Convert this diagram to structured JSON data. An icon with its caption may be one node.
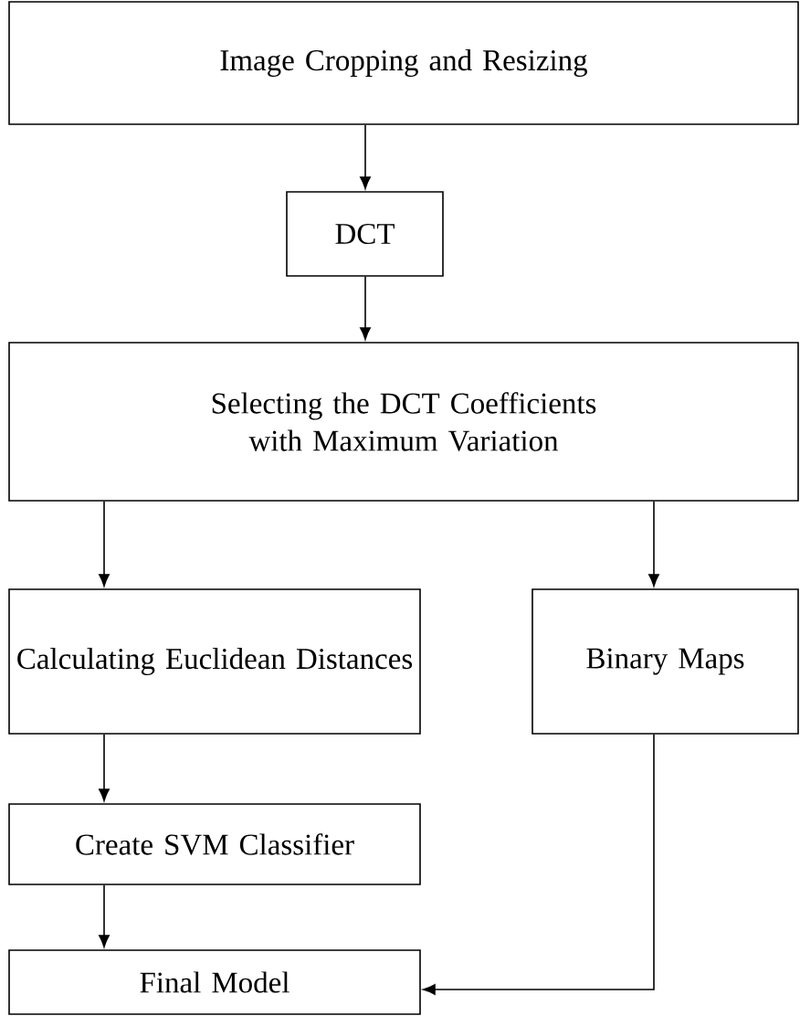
{
  "diagram": {
    "nodes": [
      {
        "text": [
          "Image Cropping and Resizing"
        ]
      },
      {
        "text": [
          "DCT"
        ]
      },
      {
        "text": [
          "Selecting the DCT Coefficients with Maximum Variation"
        ]
      },
      {
        "text": [
          "Calculating Euclidean Distances"
        ]
      },
      {
        "text": [
          "Binary Maps"
        ]
      },
      {
        "text": [
          "Create SVM Classifier"
        ]
      },
      {
        "text": [
          "Final Model"
        ]
      }
    ],
    "edges": [
      {
        "from": 0,
        "to": 1,
        "arrow": "to"
      },
      {
        "from": 1,
        "to": 2,
        "arrow": "to"
      },
      {
        "from": 2,
        "to": 3,
        "arrow": "to"
      },
      {
        "from": 2,
        "to": 4,
        "arrow": "to"
      },
      {
        "from": 3,
        "to": 5,
        "arrow": "to"
      },
      {
        "from": 5,
        "to": 6,
        "arrow": "to"
      },
      {
        "from": 4,
        "to": 6,
        "arrow": "to"
      }
    ]
  }
}
